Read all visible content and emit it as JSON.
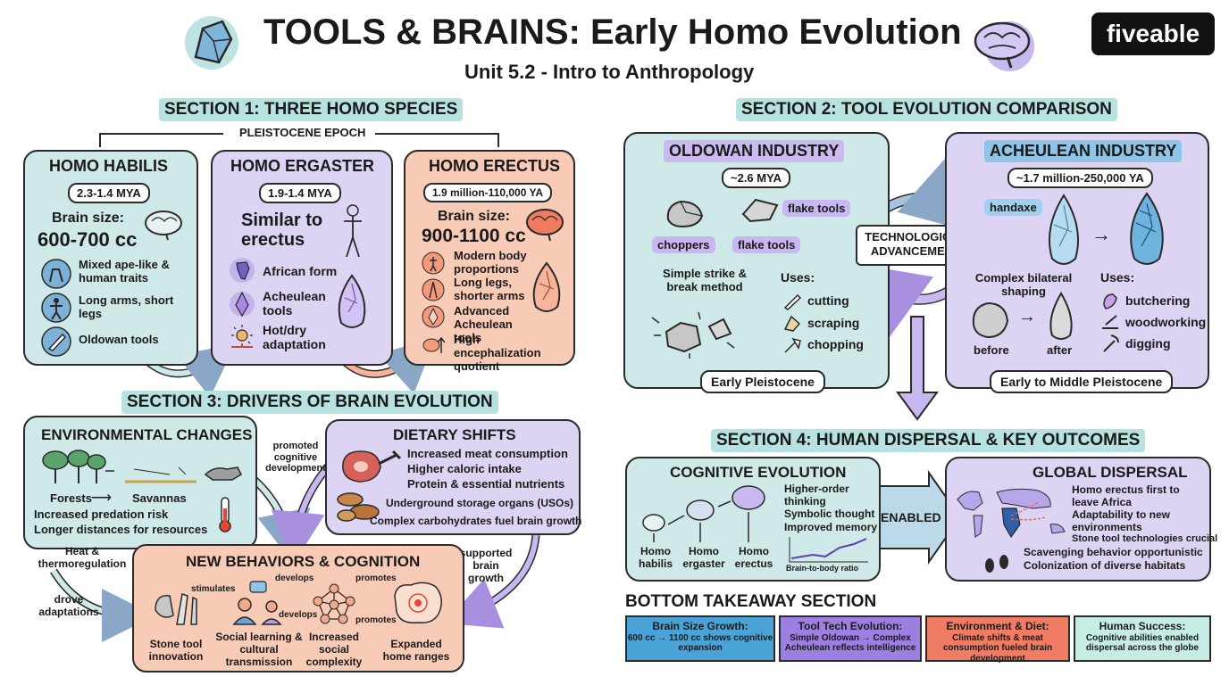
{
  "header": {
    "title": "TOOLS & BRAINS: Early Homo Evolution",
    "subtitle": "Unit 5.2 - Intro to Anthropology",
    "logo": "fiveable"
  },
  "section1": {
    "title": "SECTION 1: THREE HOMO SPECIES",
    "epoch": "PLEISTOCENE EPOCH",
    "habilis": {
      "name": "HOMO HABILIS",
      "dates": "2.3-1.4 MYA",
      "brain_label": "Brain size:",
      "brain_value": "600-700 cc",
      "traits": [
        "Mixed ape-like & human traits",
        "Long arms, short legs",
        "Oldowan tools"
      ]
    },
    "ergaster": {
      "name": "HOMO ERGASTER",
      "dates": "1.9-1.4 MYA",
      "similar": "Similar to erectus",
      "traits": [
        "African form",
        "Acheulean tools",
        "Hot/dry adaptation"
      ]
    },
    "erectus": {
      "name": "HOMO ERECTUS",
      "dates": "1.9 million-110,000 YA",
      "brain_label": "Brain size:",
      "brain_value": "900-1100 cc",
      "traits": [
        "Modern body proportions",
        "Long legs, shorter arms",
        "Advanced Acheulean tools",
        "High encephalization quotient"
      ]
    }
  },
  "section2": {
    "title": "SECTION 2: TOOL EVOLUTION COMPARISON",
    "oldowan": {
      "name": "OLDOWAN INDUSTRY",
      "dates": "~2.6 MYA",
      "tags": [
        "choppers",
        "flake tools",
        "flake tools"
      ],
      "method": "Simple strike & break method",
      "uses_label": "Uses:",
      "uses": [
        "cutting",
        "scraping",
        "chopping"
      ],
      "period": "Early Pleistocene"
    },
    "middle": "TECHNOLOGICAL ADVANCEMENT",
    "acheulean": {
      "name": "ACHEULEAN INDUSTRY",
      "dates": "~1.7 million-250,000 YA",
      "tag": "handaxe",
      "method": "Complex bilateral shaping",
      "before": "before",
      "after": "after",
      "uses_label": "Uses:",
      "uses": [
        "butchering",
        "woodworking",
        "digging"
      ],
      "period": "Early to Middle Pleistocene"
    }
  },
  "section3": {
    "title": "SECTION 3: DRIVERS OF BRAIN EVOLUTION",
    "env": {
      "title": "ENVIRONMENTAL CHANGES",
      "forests": "Forests",
      "savannas": "Savannas",
      "bullets": [
        "Increased predation risk",
        "Longer distances for resources"
      ]
    },
    "diet": {
      "title": "DIETARY SHIFTS",
      "bullets": [
        "Increased meat consumption",
        "Higher caloric intake",
        "Protein & essential nutrients"
      ],
      "uso": "Underground storage organs (USOs)",
      "carbs": "Complex carbohydrates fuel brain growth"
    },
    "arrows": {
      "promoted": "promoted cognitive development",
      "heat": "Heat & thermoregulation",
      "drove": "drove adaptations",
      "supported": "supported brain growth"
    },
    "behaviors": {
      "title": "NEW BEHAVIORS & COGNITION",
      "stimulates": "stimulates",
      "develops1": "develops",
      "develops2": "develops",
      "promotes1": "promotes",
      "promotes2": "promotes",
      "items": [
        "Stone tool innovation",
        "Social learning & cultural transmission",
        "Increased social complexity",
        "Expanded home ranges"
      ]
    }
  },
  "section4": {
    "title": "SECTION 4: HUMAN DISPERSAL & KEY OUTCOMES",
    "cognitive": {
      "title": "COGNITIVE EVOLUTION",
      "bullets": [
        "Higher-order thinking",
        "Symbolic thought",
        "Improved memory"
      ],
      "species": [
        "Homo habilis",
        "Homo ergaster",
        "Homo erectus"
      ],
      "graph_label": "Brain-to-body ratio"
    },
    "enabled": "ENABLED",
    "global": {
      "title": "GLOBAL DISPERSAL",
      "bullets": [
        "Homo erectus first to leave Africa",
        "Adaptability to new environments",
        "Stone tool technologies crucial",
        "Scavenging behavior opportunistic",
        "Colonization of diverse habitats"
      ]
    }
  },
  "takeaway": {
    "title": "BOTTOM TAKEAWAY SECTION",
    "items": [
      {
        "title": "Brain Size Growth:",
        "text": "600 cc → 1100 cc shows cognitive expansion",
        "color": "#4aa3d6"
      },
      {
        "title": "Tool Tech Evolution:",
        "text": "Simple Oldowan → Complex Acheulean reflects intelligence",
        "color": "#9c7fe0"
      },
      {
        "title": "Environment & Diet:",
        "text": "Climate shifts & meat consumption fueled brain development",
        "color": "#f07c63"
      },
      {
        "title": "Human Success:",
        "text": "Cognitive abilities enabled dispersal across the globe",
        "color": "#c6ece6"
      }
    ]
  },
  "colors": {
    "teal": "#cfe9e8",
    "purple": "#ddd3f3",
    "salmon": "#f8cbb7",
    "ink": "#2a2a2a"
  }
}
